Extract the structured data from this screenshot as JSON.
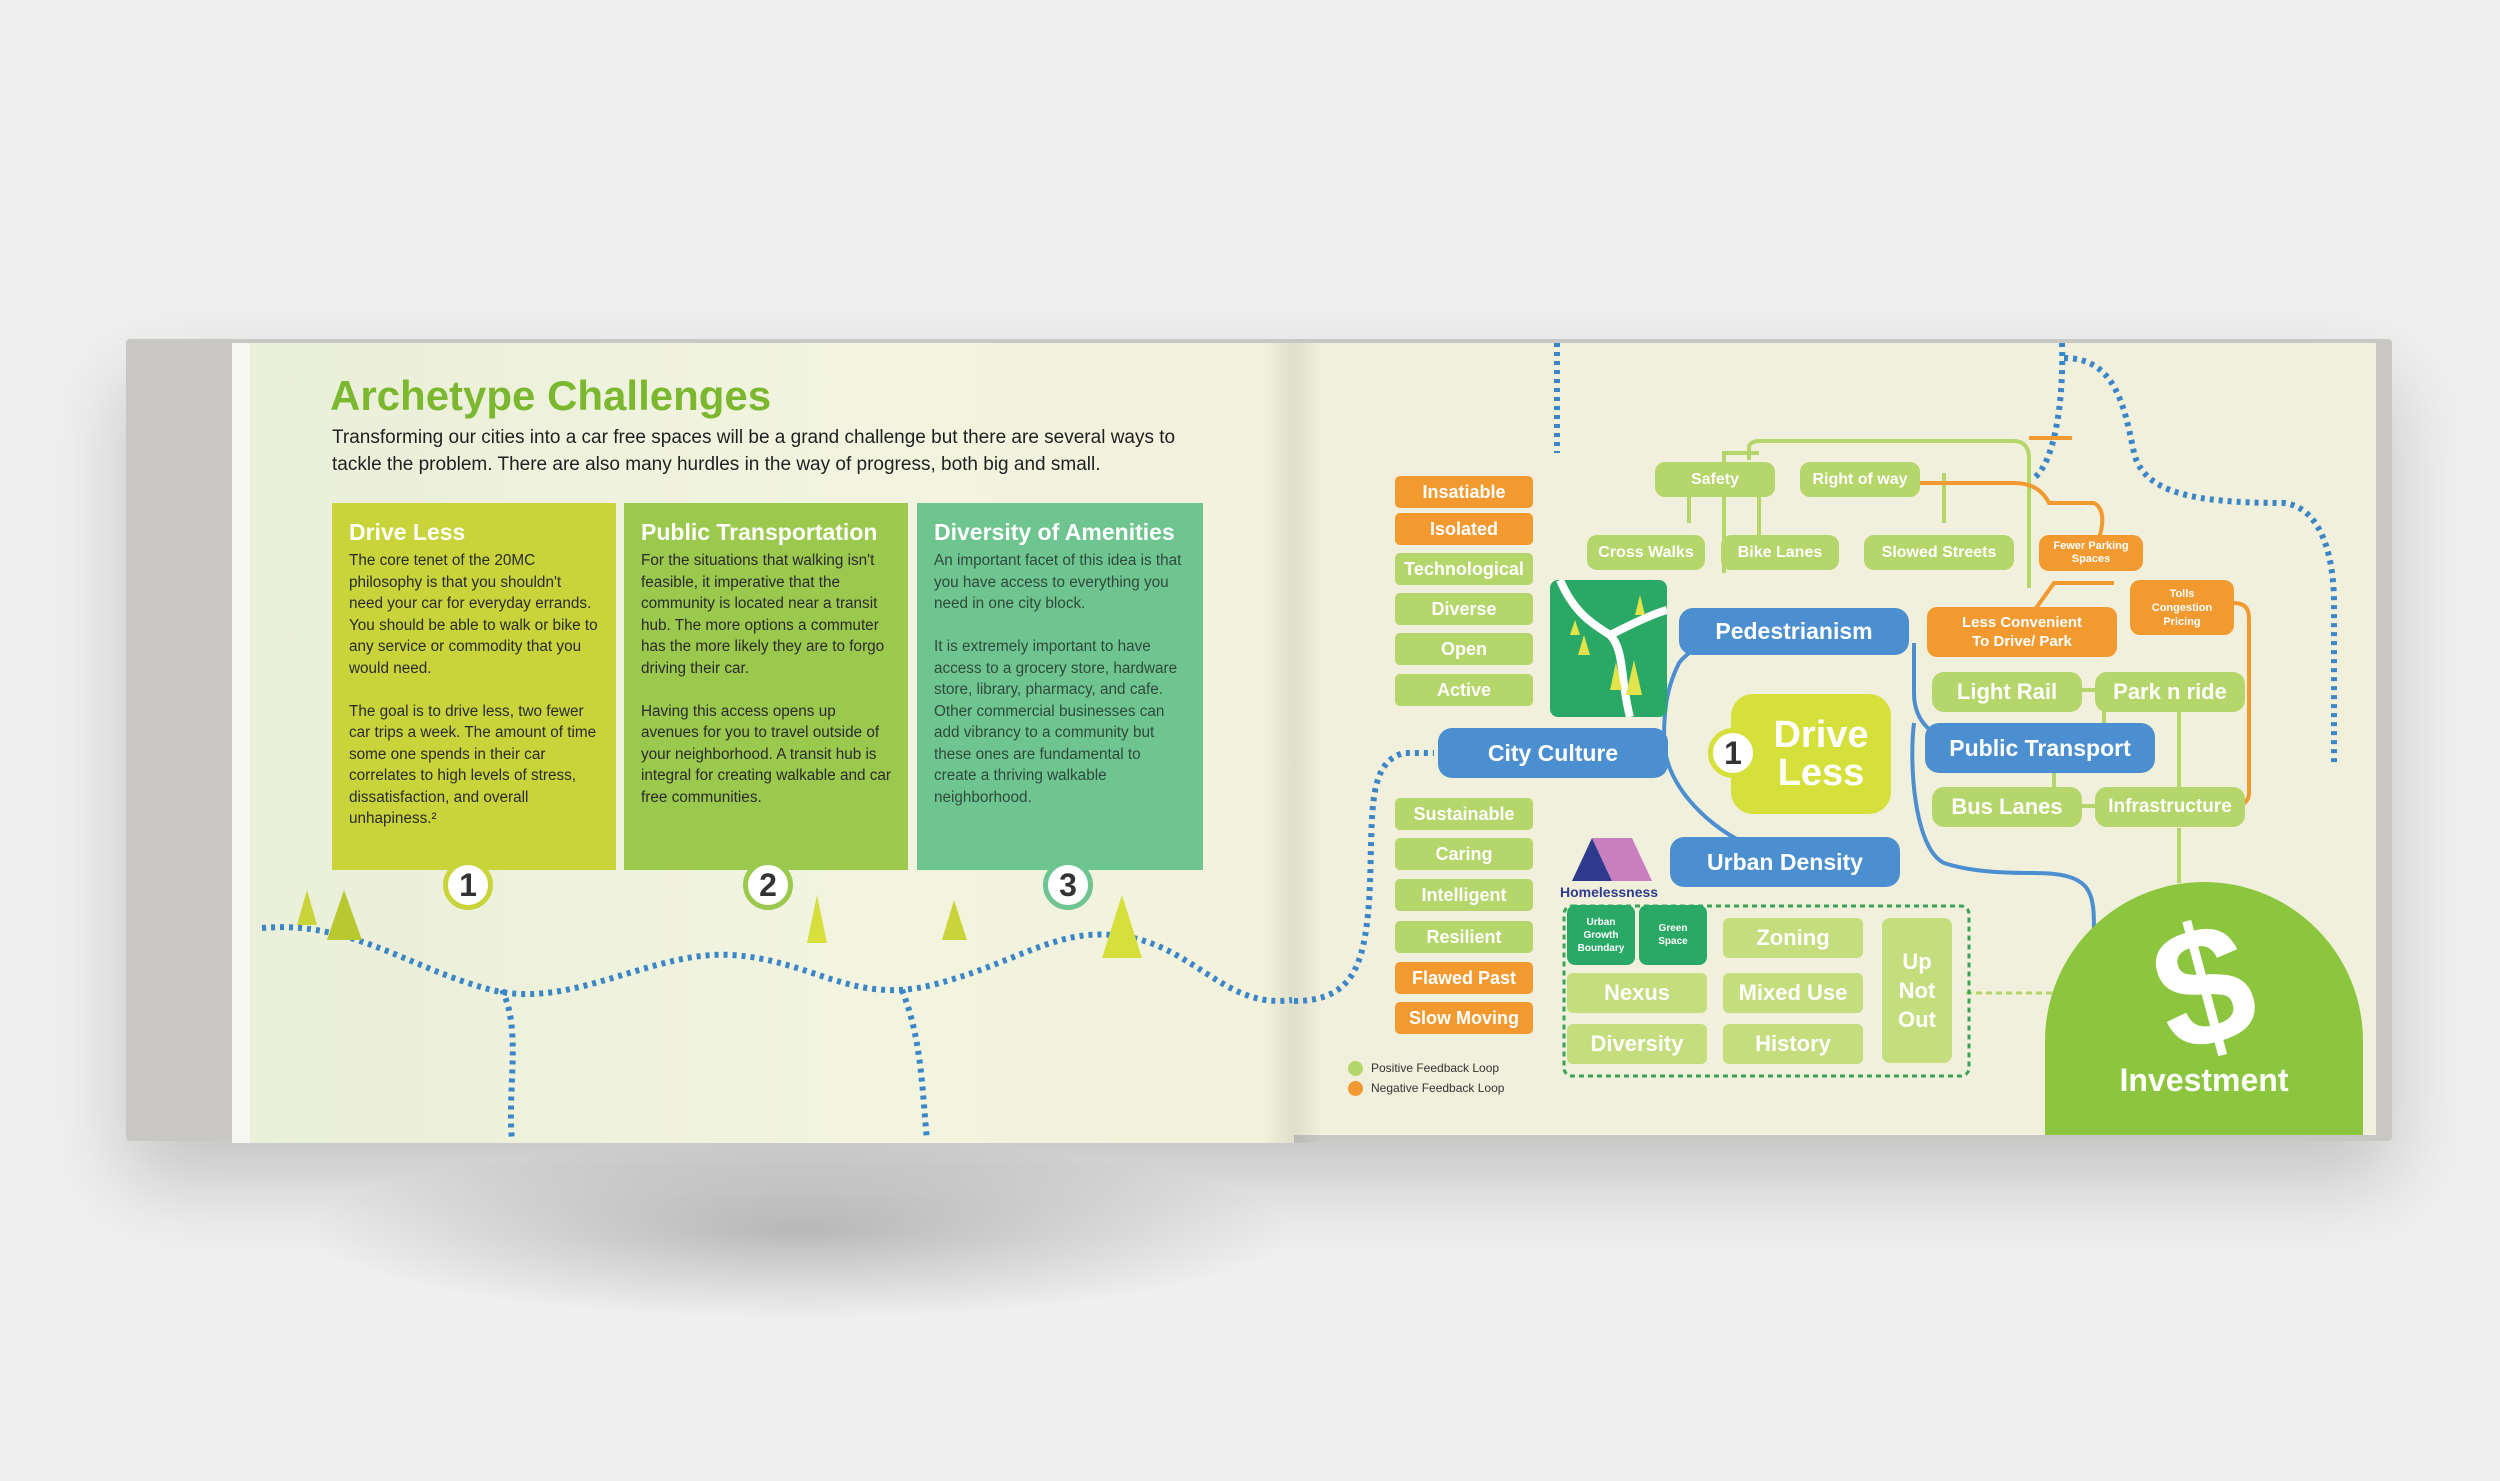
{
  "left_page": {
    "title": "Archetype Challenges",
    "intro": "Transforming our cities into a car free spaces will be a grand challenge but there are several ways to tackle the problem. There are also many hurdles in the way of progress, both big and small.",
    "columns": [
      {
        "title": "Drive Less",
        "body": "The core tenet of the 20MC philosophy is that you shouldn't need your car for everyday errands. You should be able to walk or bike to any service or commodity that you would need.\n\nThe goal is to drive less, two fewer car trips a week. The amount of time some one spends in their car correlates to high levels of stress, dissatisfaction, and overall unhapiness.²",
        "number": "1",
        "color": "#c9d43a"
      },
      {
        "title": "Public Transportation",
        "body": "For the situations that walking isn't feasible, it imperative that the community is located near a transit hub. The more options a commuter has the more likely they are to forgo driving their car.\n\nHaving this access opens up avenues for you to travel outside of your neighborhood. A transit hub is integral for creating walkable and car free communities.",
        "number": "2",
        "color": "#9bc94e"
      },
      {
        "title": "Diversity of Amenities",
        "body": "An important facet of this idea is that you have access to everything you need in one city block.\n\nIt is extremely important to have access to a grocery store, hardware store, library, pharmacy, and cafe. Other commercial businesses can add vibrancy to a community but these ones are fundamental to create a thriving walkable neighborhood.",
        "number": "3",
        "color": "#6fc58f"
      }
    ]
  },
  "right_page": {
    "left_list_orange": [
      "Insatiable",
      "Isolated"
    ],
    "left_list_green": [
      "Technological",
      "Diverse",
      "Open",
      "Active"
    ],
    "lower_list_green": [
      "Sustainable",
      "Caring",
      "Intelligent",
      "Resilient"
    ],
    "lower_list_orange": [
      "Flawed Past",
      "Slow Moving"
    ],
    "top_nodes": {
      "safety": "Safety",
      "right_of_way": "Right of way",
      "cross_walks": "Cross Walks",
      "bike_lanes": "Bike Lanes",
      "slowed_streets": "Slowed Streets",
      "fewer_parking": "Fewer Parking Spaces",
      "tolls": "Tolls Congestion Pricing",
      "less_convenient": "Less Convenient To Drive/ Park"
    },
    "hubs": {
      "pedestrianism": "Pedestrianism",
      "city_culture": "City Culture",
      "urban_density": "Urban Density",
      "public_transport": "Public Transport"
    },
    "center": {
      "number": "1",
      "label": "Drive Less"
    },
    "transit_nodes": {
      "light_rail": "Light Rail",
      "park_n_ride": "Park n ride",
      "bus_lanes": "Bus Lanes",
      "infrastructure": "Infrastructure"
    },
    "density_nodes": {
      "homelessness": "Homelessness",
      "urban_growth": "Urban Growth Boundary",
      "green_space": "Green Space",
      "zoning": "Zoning",
      "nexus": "Nexus",
      "mixed_use": "Mixed Use",
      "diversity": "Diversity",
      "history": "History",
      "up_not_out": "Up Not Out"
    },
    "investment": {
      "symbol": "$",
      "label": "Investment"
    },
    "legend": [
      {
        "label": "Positive Feedback Loop",
        "color": "#b5d66a"
      },
      {
        "label": "Negative Feedback Loop",
        "color": "#f29a30"
      }
    ]
  }
}
